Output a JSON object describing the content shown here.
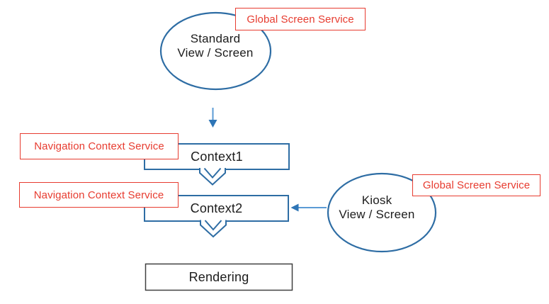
{
  "diagram": {
    "nodes": {
      "standard": {
        "line1": "Standard",
        "line2": "View / Screen"
      },
      "kiosk": {
        "line1": "Kiosk",
        "line2": "View / Screen"
      },
      "context1": {
        "label": "Context1"
      },
      "context2": {
        "label": "Context2"
      },
      "rendering": {
        "label": "Rendering"
      }
    },
    "annotations": {
      "global_screen_service_standard": "Global Screen Service",
      "navigation_context_service_1": "Navigation Context Service",
      "navigation_context_service_2": "Navigation Context Service",
      "global_screen_service_kiosk": "Global Screen Service"
    },
    "colors": {
      "node_stroke": "#2e6da4",
      "annotation_red": "#e73c30",
      "arrow_line": "#5b9bd5",
      "arrow_head": "#2e75b6",
      "rendering_stroke": "#404040",
      "text": "#1c1c1c",
      "background": "#ffffff"
    }
  }
}
